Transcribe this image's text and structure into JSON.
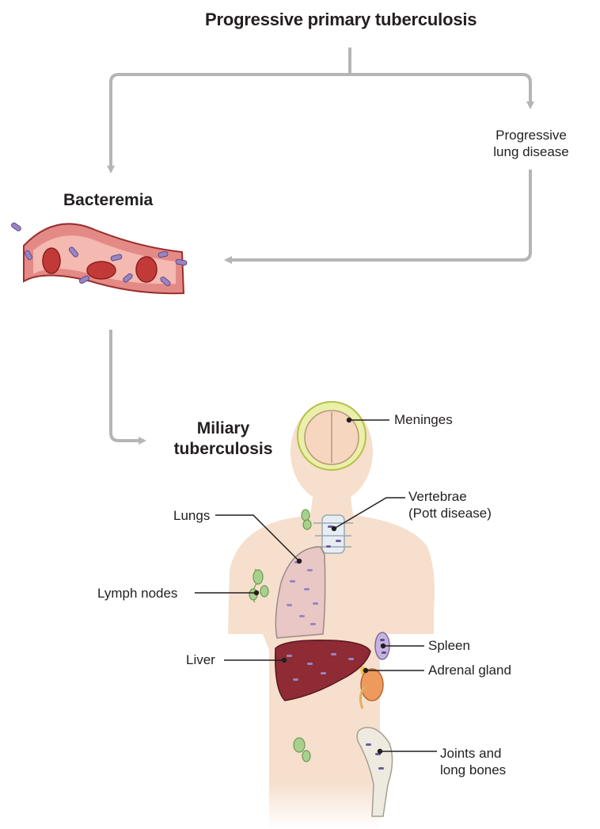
{
  "title": "Progressive primary tuberculosis",
  "nodes": {
    "bacteremia": "Bacteremia",
    "progressive_lung": [
      "Progressive",
      "lung disease"
    ],
    "miliary": [
      "Miliary",
      "tuberculosis"
    ]
  },
  "organs": {
    "meninges": "Meninges",
    "vertebrae": [
      "Vertebrae",
      "(Pott disease)"
    ],
    "lungs": "Lungs",
    "lymph_nodes": "Lymph nodes",
    "spleen": "Spleen",
    "liver": "Liver",
    "adrenal": "Adrenal gland",
    "joints": [
      "Joints and",
      "long bones"
    ]
  },
  "colors": {
    "arrow": "#b5b5b5",
    "skin": "#f6dfcc",
    "vessel": "#d3645e",
    "blood_cell": "#c23a37",
    "bacteria": "#9a84c4",
    "liver": "#8e2b34",
    "lung": "#e9c7c5",
    "kidney": "#ee9a5f"
  },
  "icons": [
    "blood-vessel-icon",
    "brain-icon",
    "lung-icon",
    "liver-icon",
    "spleen-icon",
    "kidney-icon",
    "vertebra-icon",
    "lymph-node-icon",
    "femur-icon"
  ]
}
